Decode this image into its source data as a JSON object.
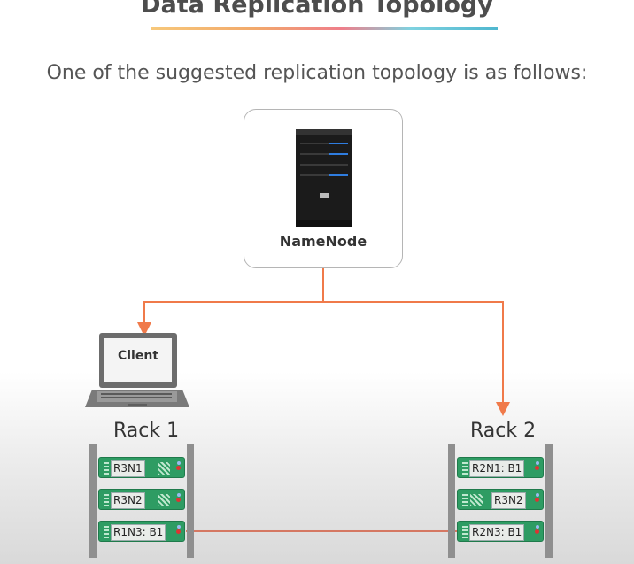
{
  "title": "Data Replication Topology",
  "subtitle": "One of the suggested replication topology is as follows:",
  "namenode": {
    "label": "NameNode"
  },
  "client": {
    "label": "Client"
  },
  "racks": [
    {
      "label": "Rack 1",
      "nodes": [
        "R3N1",
        "R3N2",
        "R1N3: B1"
      ]
    },
    {
      "label": "Rack 2",
      "nodes": [
        "R2N1: B1",
        "R3N2",
        "R2N3: B1"
      ]
    }
  ],
  "colors": {
    "arrow": "#f07a4a",
    "node": "#2e9c63",
    "title_underline": [
      "#f7c87a",
      "#ef7e8a",
      "#4fb7cf"
    ]
  }
}
